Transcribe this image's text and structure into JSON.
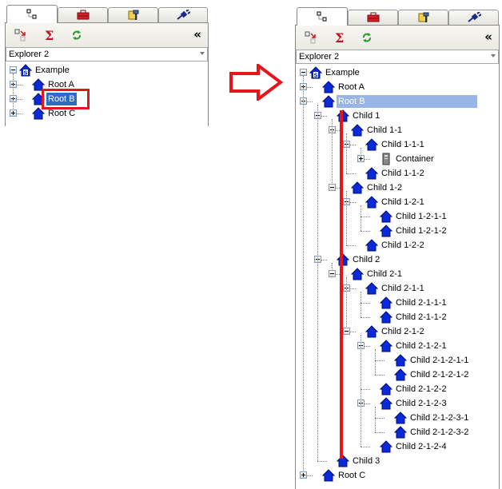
{
  "tabs": [
    {
      "name": "tab-explorer",
      "icon": "tree-grid-icon"
    },
    {
      "name": "tab-tools",
      "icon": "red-toolbox-icon"
    },
    {
      "name": "tab-properties",
      "icon": "hammer-icon"
    },
    {
      "name": "tab-plugins",
      "icon": "plug-icon"
    }
  ],
  "toolbar": {
    "icons": [
      "go-to-node-icon",
      "sigma-icon",
      "refresh-icon"
    ],
    "collapse_label": "«"
  },
  "explorer": {
    "selected": "Explorer 2"
  },
  "before": {
    "root_label": "Example",
    "items": [
      "Root A",
      "Root B",
      "Root C"
    ],
    "selected": "Root B"
  },
  "arrow": {
    "color": "#e8141b"
  },
  "after": {
    "root_label": "Example",
    "rows": [
      {
        "label": "Root A",
        "level": 1
      },
      {
        "label": "Root B",
        "level": 1
      },
      {
        "label": "Child 1",
        "level": 2
      },
      {
        "label": "Child 1-1",
        "level": 3
      },
      {
        "label": "Child 1-1-1",
        "level": 4
      },
      {
        "label": "Container",
        "level": 5
      },
      {
        "label": "Child 1-1-2",
        "level": 4
      },
      {
        "label": "Child 1-2",
        "level": 3
      },
      {
        "label": "Child 1-2-1",
        "level": 4
      },
      {
        "label": "Child 1-2-1-1",
        "level": 5
      },
      {
        "label": "Child 1-2-1-2",
        "level": 5
      },
      {
        "label": "Child 1-2-2",
        "level": 4
      },
      {
        "label": "Child 2",
        "level": 2
      },
      {
        "label": "Child 2-1",
        "level": 3
      },
      {
        "label": "Child 2-1-1",
        "level": 4
      },
      {
        "label": "Child 2-1-1-1",
        "level": 5
      },
      {
        "label": "Child 2-1-1-2",
        "level": 5
      },
      {
        "label": "Child 2-1-2",
        "level": 4
      },
      {
        "label": "Child 2-1-2-1",
        "level": 5
      },
      {
        "label": "Child 2-1-2-1-1",
        "level": 6
      },
      {
        "label": "Child 2-1-2-1-2",
        "level": 6
      },
      {
        "label": "Child 2-1-2-2",
        "level": 5
      },
      {
        "label": "Child 2-1-2-3",
        "level": 5
      },
      {
        "label": "Child 2-1-2-3-1",
        "level": 6
      },
      {
        "label": "Child 2-1-2-3-2",
        "level": 6
      },
      {
        "label": "Child 2-1-2-4",
        "level": 5
      },
      {
        "label": "Child 3",
        "level": 2
      },
      {
        "label": "Root C",
        "level": 1
      }
    ],
    "selected": "Root B"
  }
}
